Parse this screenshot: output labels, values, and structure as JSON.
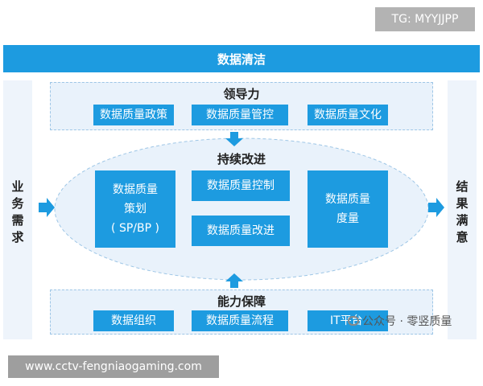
{
  "watermarks": {
    "top": "TG: MYYJJPP",
    "bottom": "www.cctv-fengniaogaming.com"
  },
  "header": {
    "title": "数据清洁"
  },
  "sides": {
    "left": [
      "业",
      "务",
      "需",
      "求"
    ],
    "right": [
      "结",
      "果",
      "满",
      "意"
    ]
  },
  "leadership": {
    "title": "领导力",
    "items": [
      "数据质量政策",
      "数据质量管控",
      "数据质量文化"
    ]
  },
  "improvement": {
    "title": "持续改进",
    "planning": [
      "数据质量",
      "策划",
      "( SP/BP )"
    ],
    "control": "数据质量控制",
    "improve": "数据质量改进",
    "measure": [
      "数据质量",
      "度量"
    ]
  },
  "capability": {
    "title": "能力保障",
    "items": [
      "数据组织",
      "数据质量流程",
      "IT平台"
    ]
  },
  "logo": {
    "text": "公众号 · 零竖质量"
  },
  "colors": {
    "accent": "#1d9be0",
    "panel": "#e9f2fb",
    "arrow": "#1d9be0"
  }
}
